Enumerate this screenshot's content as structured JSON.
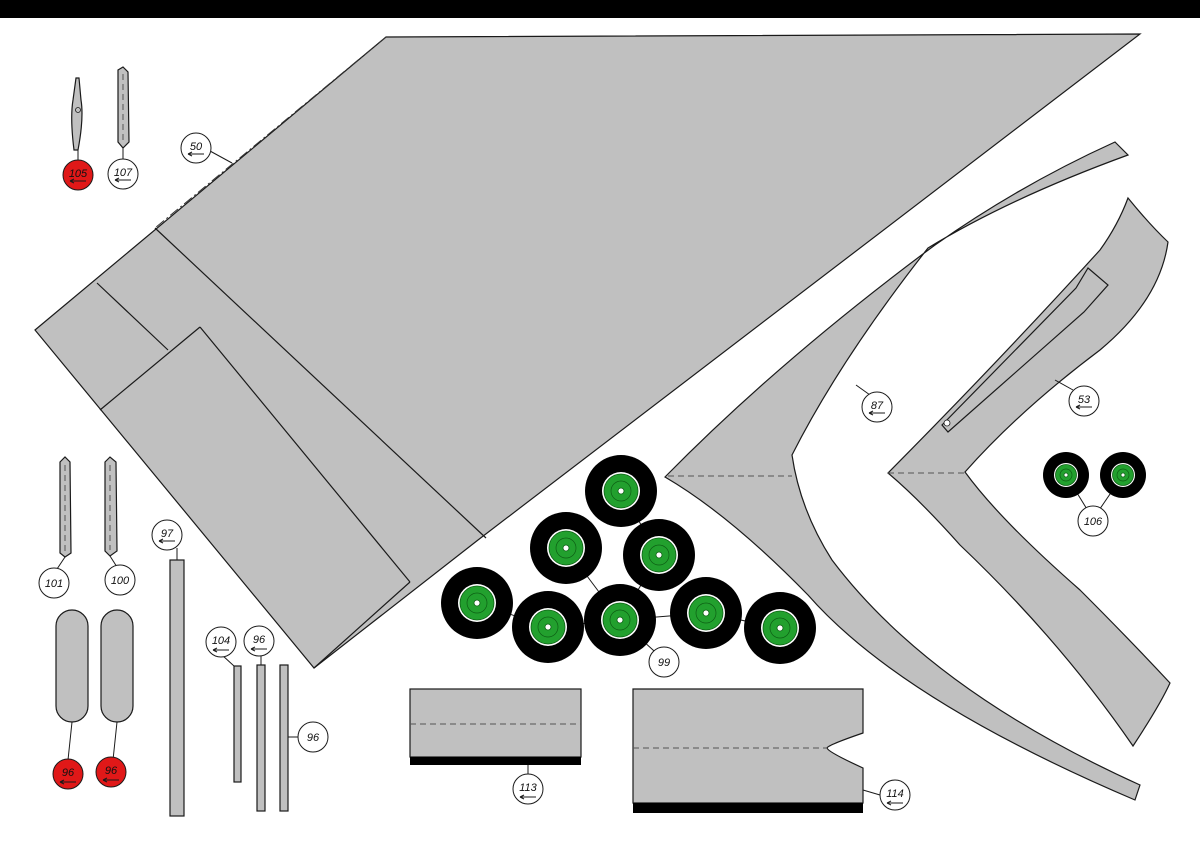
{
  "labels": {
    "p50": "50",
    "p105": "105",
    "p107": "107",
    "p87": "87",
    "p53": "53",
    "p106": "106",
    "p101": "101",
    "p100": "100",
    "p97": "97",
    "p104": "104",
    "p96a": "96",
    "p96b": "96",
    "p99": "99",
    "p96c": "96",
    "p96d": "96",
    "p113": "113",
    "p114": "114"
  },
  "colors": {
    "part_fill": "#c0c0c0",
    "highlight_red": "#e01818",
    "hub_green": "#22a02e",
    "tire_black": "#000000"
  }
}
